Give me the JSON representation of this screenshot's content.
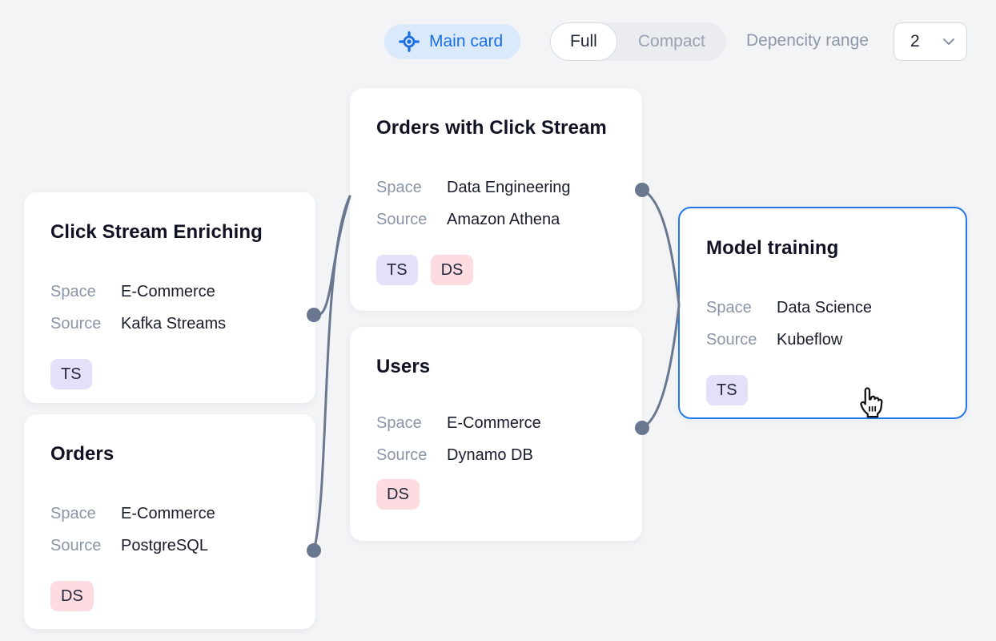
{
  "toolbar": {
    "main_card_button": {
      "label": "Main card",
      "icon": "crosshair-locate-icon"
    },
    "view_toggle": {
      "options": [
        "Full",
        "Compact"
      ],
      "selected": "Full"
    },
    "dependency_range": {
      "label": "Depencity range",
      "value": "2",
      "icon": "chevron-down-icon"
    }
  },
  "cards": [
    {
      "title": "Click Stream Enriching",
      "fields": {
        "space_label": "Space",
        "space": "E-Commerce",
        "source_label": "Source",
        "source": "Kafka Streams"
      },
      "badges": [
        {
          "label": "TS"
        }
      ],
      "selected": false
    },
    {
      "title": "Orders",
      "fields": {
        "space_label": "Space",
        "space": "E-Commerce",
        "source_label": "Source",
        "source": "PostgreSQL"
      },
      "badges": [
        {
          "label": "DS"
        }
      ],
      "selected": false
    },
    {
      "title": "Orders with Click Stream",
      "fields": {
        "space_label": "Space",
        "space": "Data Engineering",
        "source_label": "Source",
        "source": "Amazon Athena"
      },
      "badges": [
        {
          "label": "TS"
        },
        {
          "label": "DS"
        }
      ],
      "selected": false
    },
    {
      "title": "Users",
      "fields": {
        "space_label": "Space",
        "space": "E-Commerce",
        "source_label": "Source",
        "source": "Dynamo DB"
      },
      "badges": [
        {
          "label": "DS"
        }
      ],
      "selected": false
    },
    {
      "title": "Model training",
      "fields": {
        "space_label": "Space",
        "space": "Data Science",
        "source_label": "Source",
        "source": "Kubeflow"
      },
      "badges": [
        {
          "label": "TS"
        }
      ],
      "selected": true
    }
  ],
  "edges": [
    {
      "from": "Click Stream Enriching",
      "to": "Orders with Click Stream"
    },
    {
      "from": "Orders",
      "to": "Orders with Click Stream"
    },
    {
      "from": "Orders with Click Stream",
      "to": "Model training"
    },
    {
      "from": "Users",
      "to": "Model training"
    }
  ],
  "cursor": {
    "icon": "hand-pointer-icon"
  },
  "colors": {
    "background": "#f3f4f6",
    "accent_blue": "#1b6fe6",
    "selected_card_border": "#2478e8",
    "main_card_pill_bg": "#dbeafb",
    "connector": "#6a788f",
    "badge_ts_bg": "#e5e0f9",
    "badge_ds_bg": "#fcdce1",
    "card_title": "#101223",
    "field_label": "#8b95a8",
    "field_value": "#191c2b",
    "muted_text": "#8d97a7"
  }
}
